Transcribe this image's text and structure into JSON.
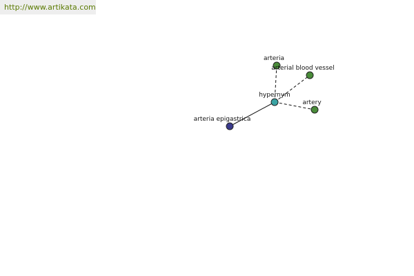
{
  "watermark": {
    "text": "http://www.artikata.com"
  },
  "graph": {
    "center": {
      "id": "hypernym",
      "label": "hypernym",
      "color": "#3aa3a3"
    },
    "nodes": [
      {
        "id": "arteria",
        "label": "arteria",
        "color": "#4a8c3a",
        "edge": "dashed"
      },
      {
        "id": "arterial-blood-vessel",
        "label": "arterial blood vessel",
        "color": "#4a8c3a",
        "edge": "dashed"
      },
      {
        "id": "artery",
        "label": "artery",
        "color": "#4a8c3a",
        "edge": "dashed"
      },
      {
        "id": "arteria-epigastrica",
        "label": "arteria epigastrica",
        "color": "#3a3a8c",
        "edge": "solid"
      }
    ],
    "edge_color": "#111111"
  }
}
